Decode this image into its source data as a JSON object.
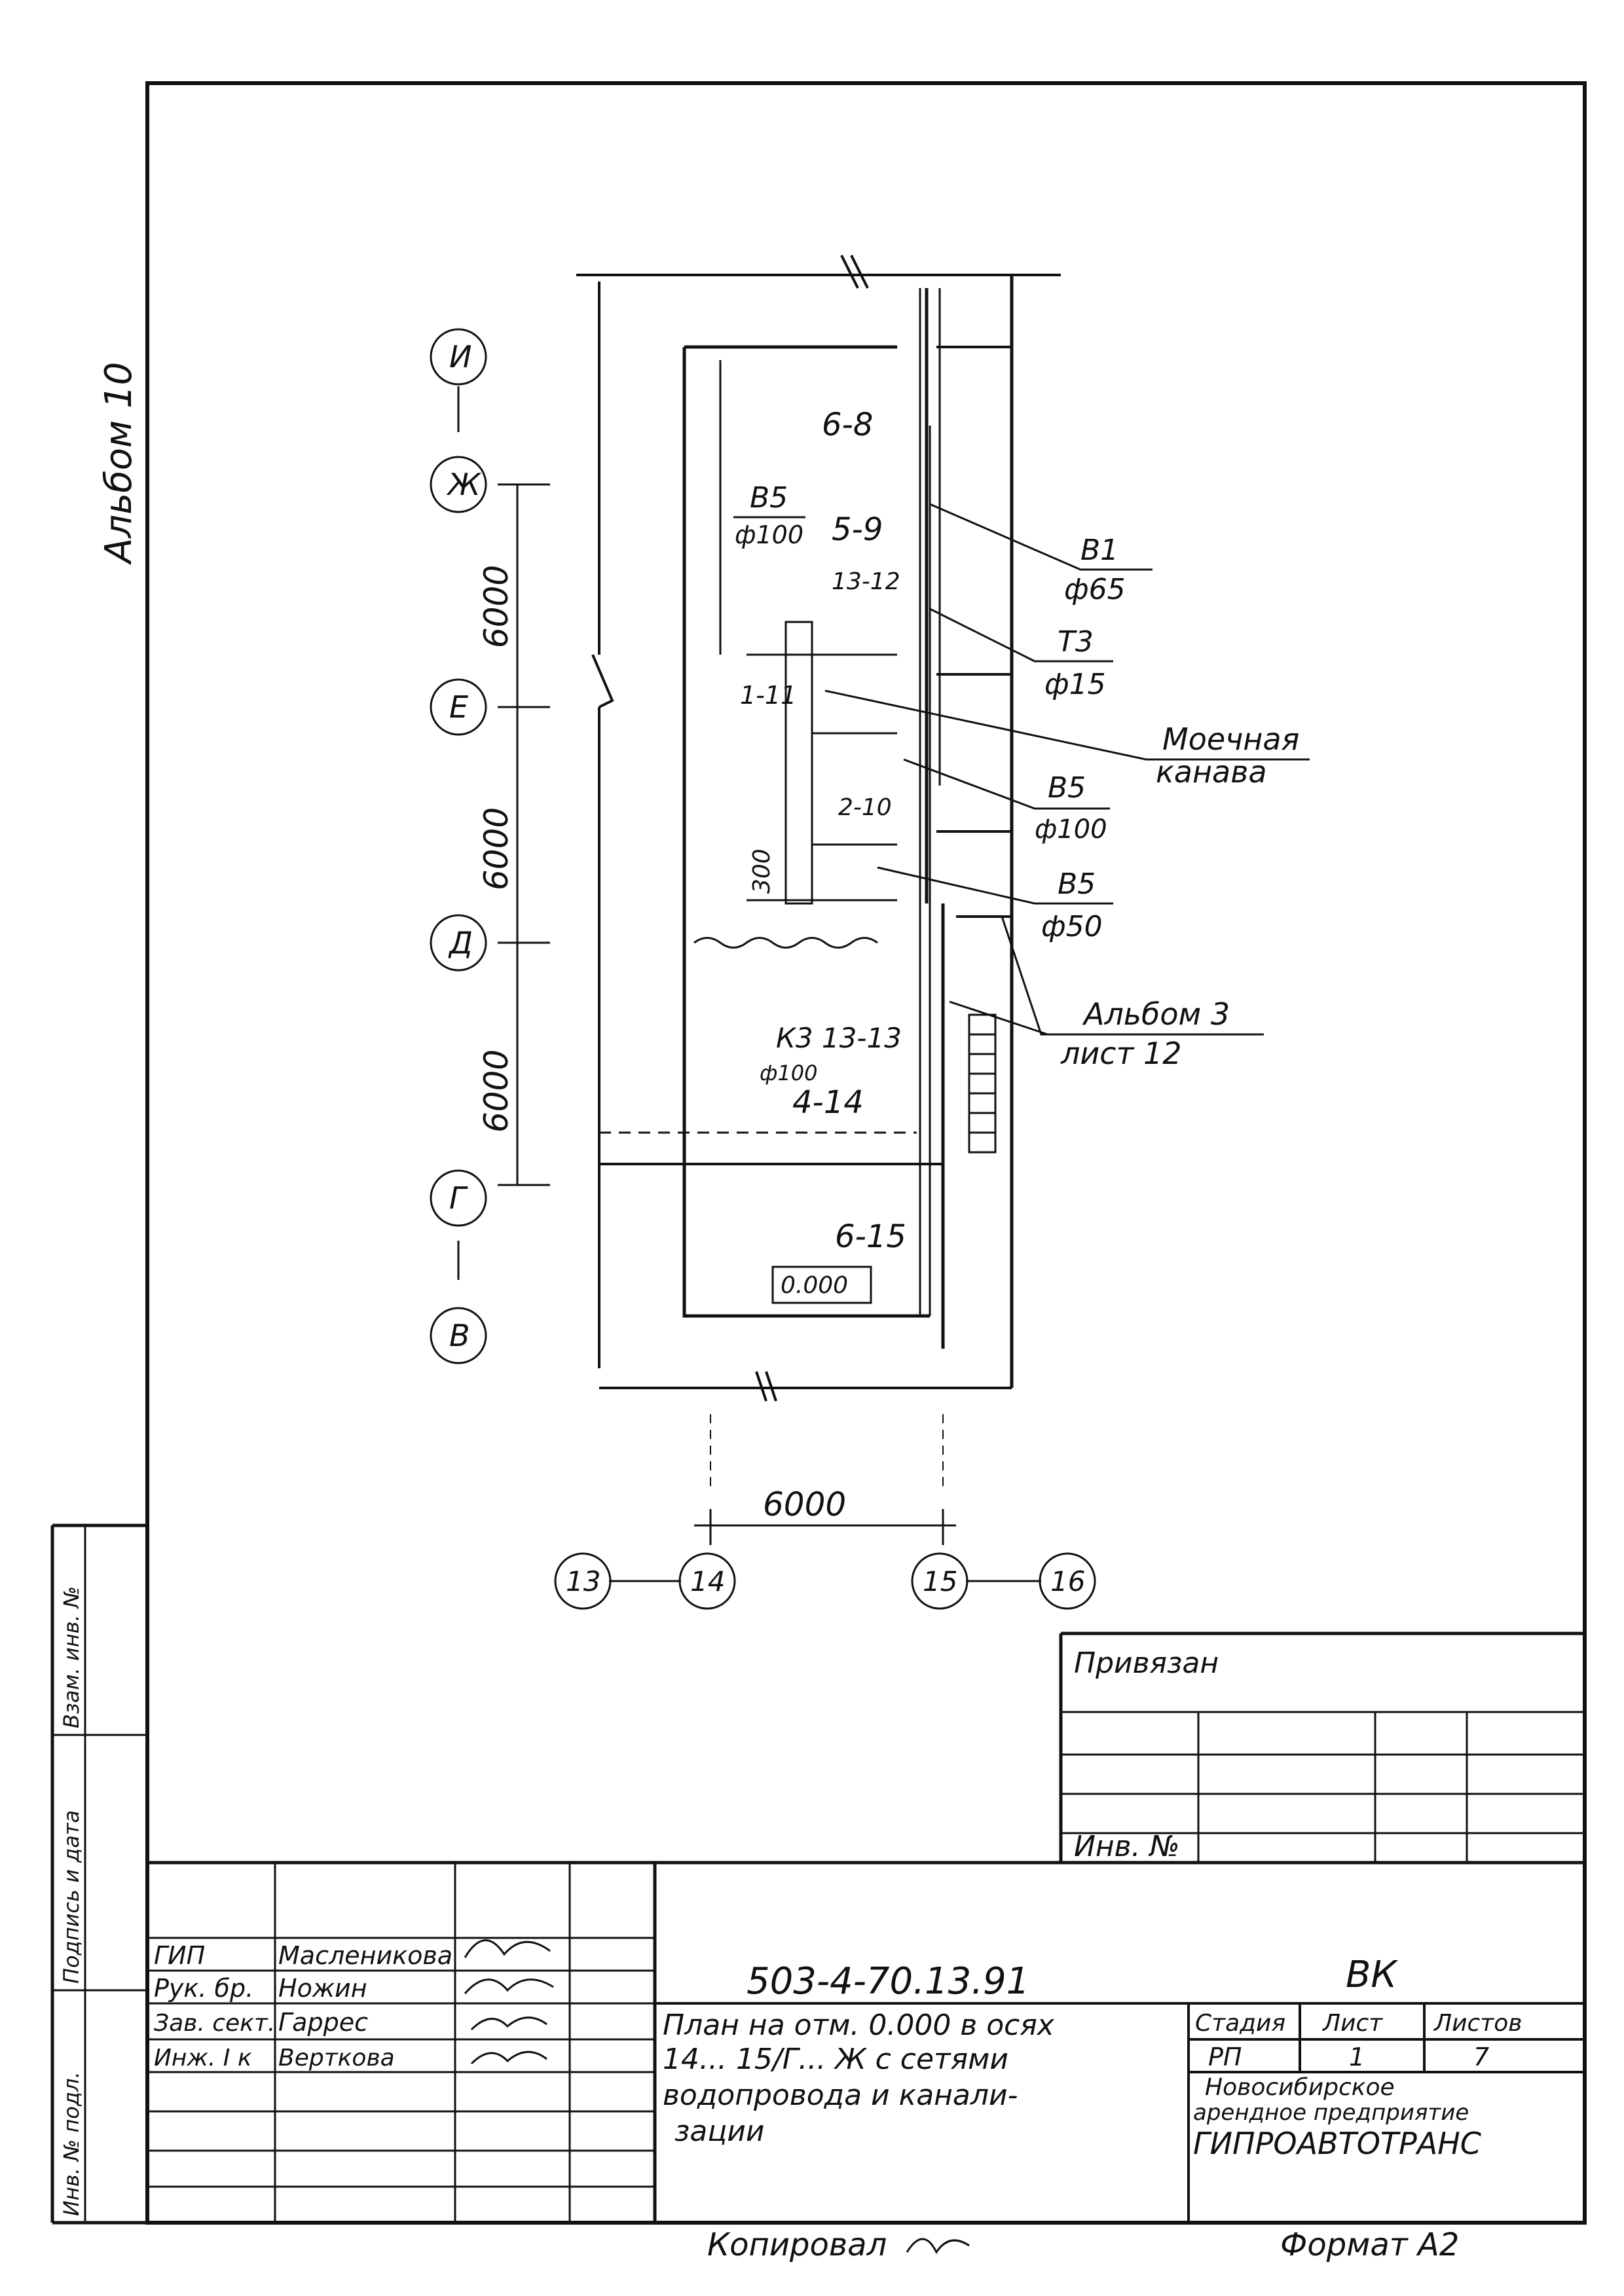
{
  "album_label": "Альбом 10",
  "axes": {
    "horizontal_left": [
      "И",
      "Ж",
      "Е",
      "Д",
      "Г",
      "В"
    ],
    "bottom": [
      "13",
      "14",
      "15",
      "16"
    ]
  },
  "dimensions": {
    "d1": "6000",
    "d2": "6000",
    "d3": "6000",
    "bottom": "6000",
    "offset": "300"
  },
  "room_labels": {
    "r1": "6-8",
    "r2": "5-9",
    "r3": "13-12",
    "r4": "1-11",
    "r5": "2-10",
    "r6": "4-14",
    "r7": "6-15",
    "k3": "К3 13-13",
    "k3_dia": "ф100"
  },
  "level_mark": "0.000",
  "callouts": [
    {
      "name": "В5",
      "dia": "ф100"
    },
    {
      "name": "В1",
      "dia": "ф65"
    },
    {
      "name": "Т3",
      "dia": "ф15"
    },
    {
      "name": "Моечная",
      "dia": "канава"
    },
    {
      "name": "В5",
      "dia": "ф100"
    },
    {
      "name": "В5",
      "dia": "ф50"
    },
    {
      "name": "Альбом 3",
      "dia": "лист 12"
    }
  ],
  "privyazan": {
    "title": "Привязан",
    "inv_label": "Инв. №"
  },
  "side_stamp": [
    "Инв. № подл.",
    "Подпись и дата",
    "Взам. инв. №"
  ],
  "signers": [
    {
      "role": "ГИП",
      "name": "Масленикова"
    },
    {
      "role": "Рук. бр.",
      "name": "Ножин"
    },
    {
      "role": "Зав. сект.",
      "name": "Гаррес"
    },
    {
      "role": "Инж. I к",
      "name": "Верткова"
    }
  ],
  "doc_code": "503-4-70.13.91",
  "doc_mark": "ВК",
  "doc_title_lines": [
    "План на отм. 0.000 в осях",
    "14... 15/Г... Ж с сетями",
    "водопровода и канали-",
    "зации"
  ],
  "stage": {
    "label_stage": "Стадия",
    "label_sheet": "Лист",
    "label_sheets": "Листов",
    "stage": "РП",
    "sheet": "1",
    "sheets": "7"
  },
  "org": [
    "Новосибирское",
    "арендное предприятие",
    "ГИПРОАВТОТРАНС"
  ],
  "copied": "Копировал",
  "format": "Формат А2"
}
